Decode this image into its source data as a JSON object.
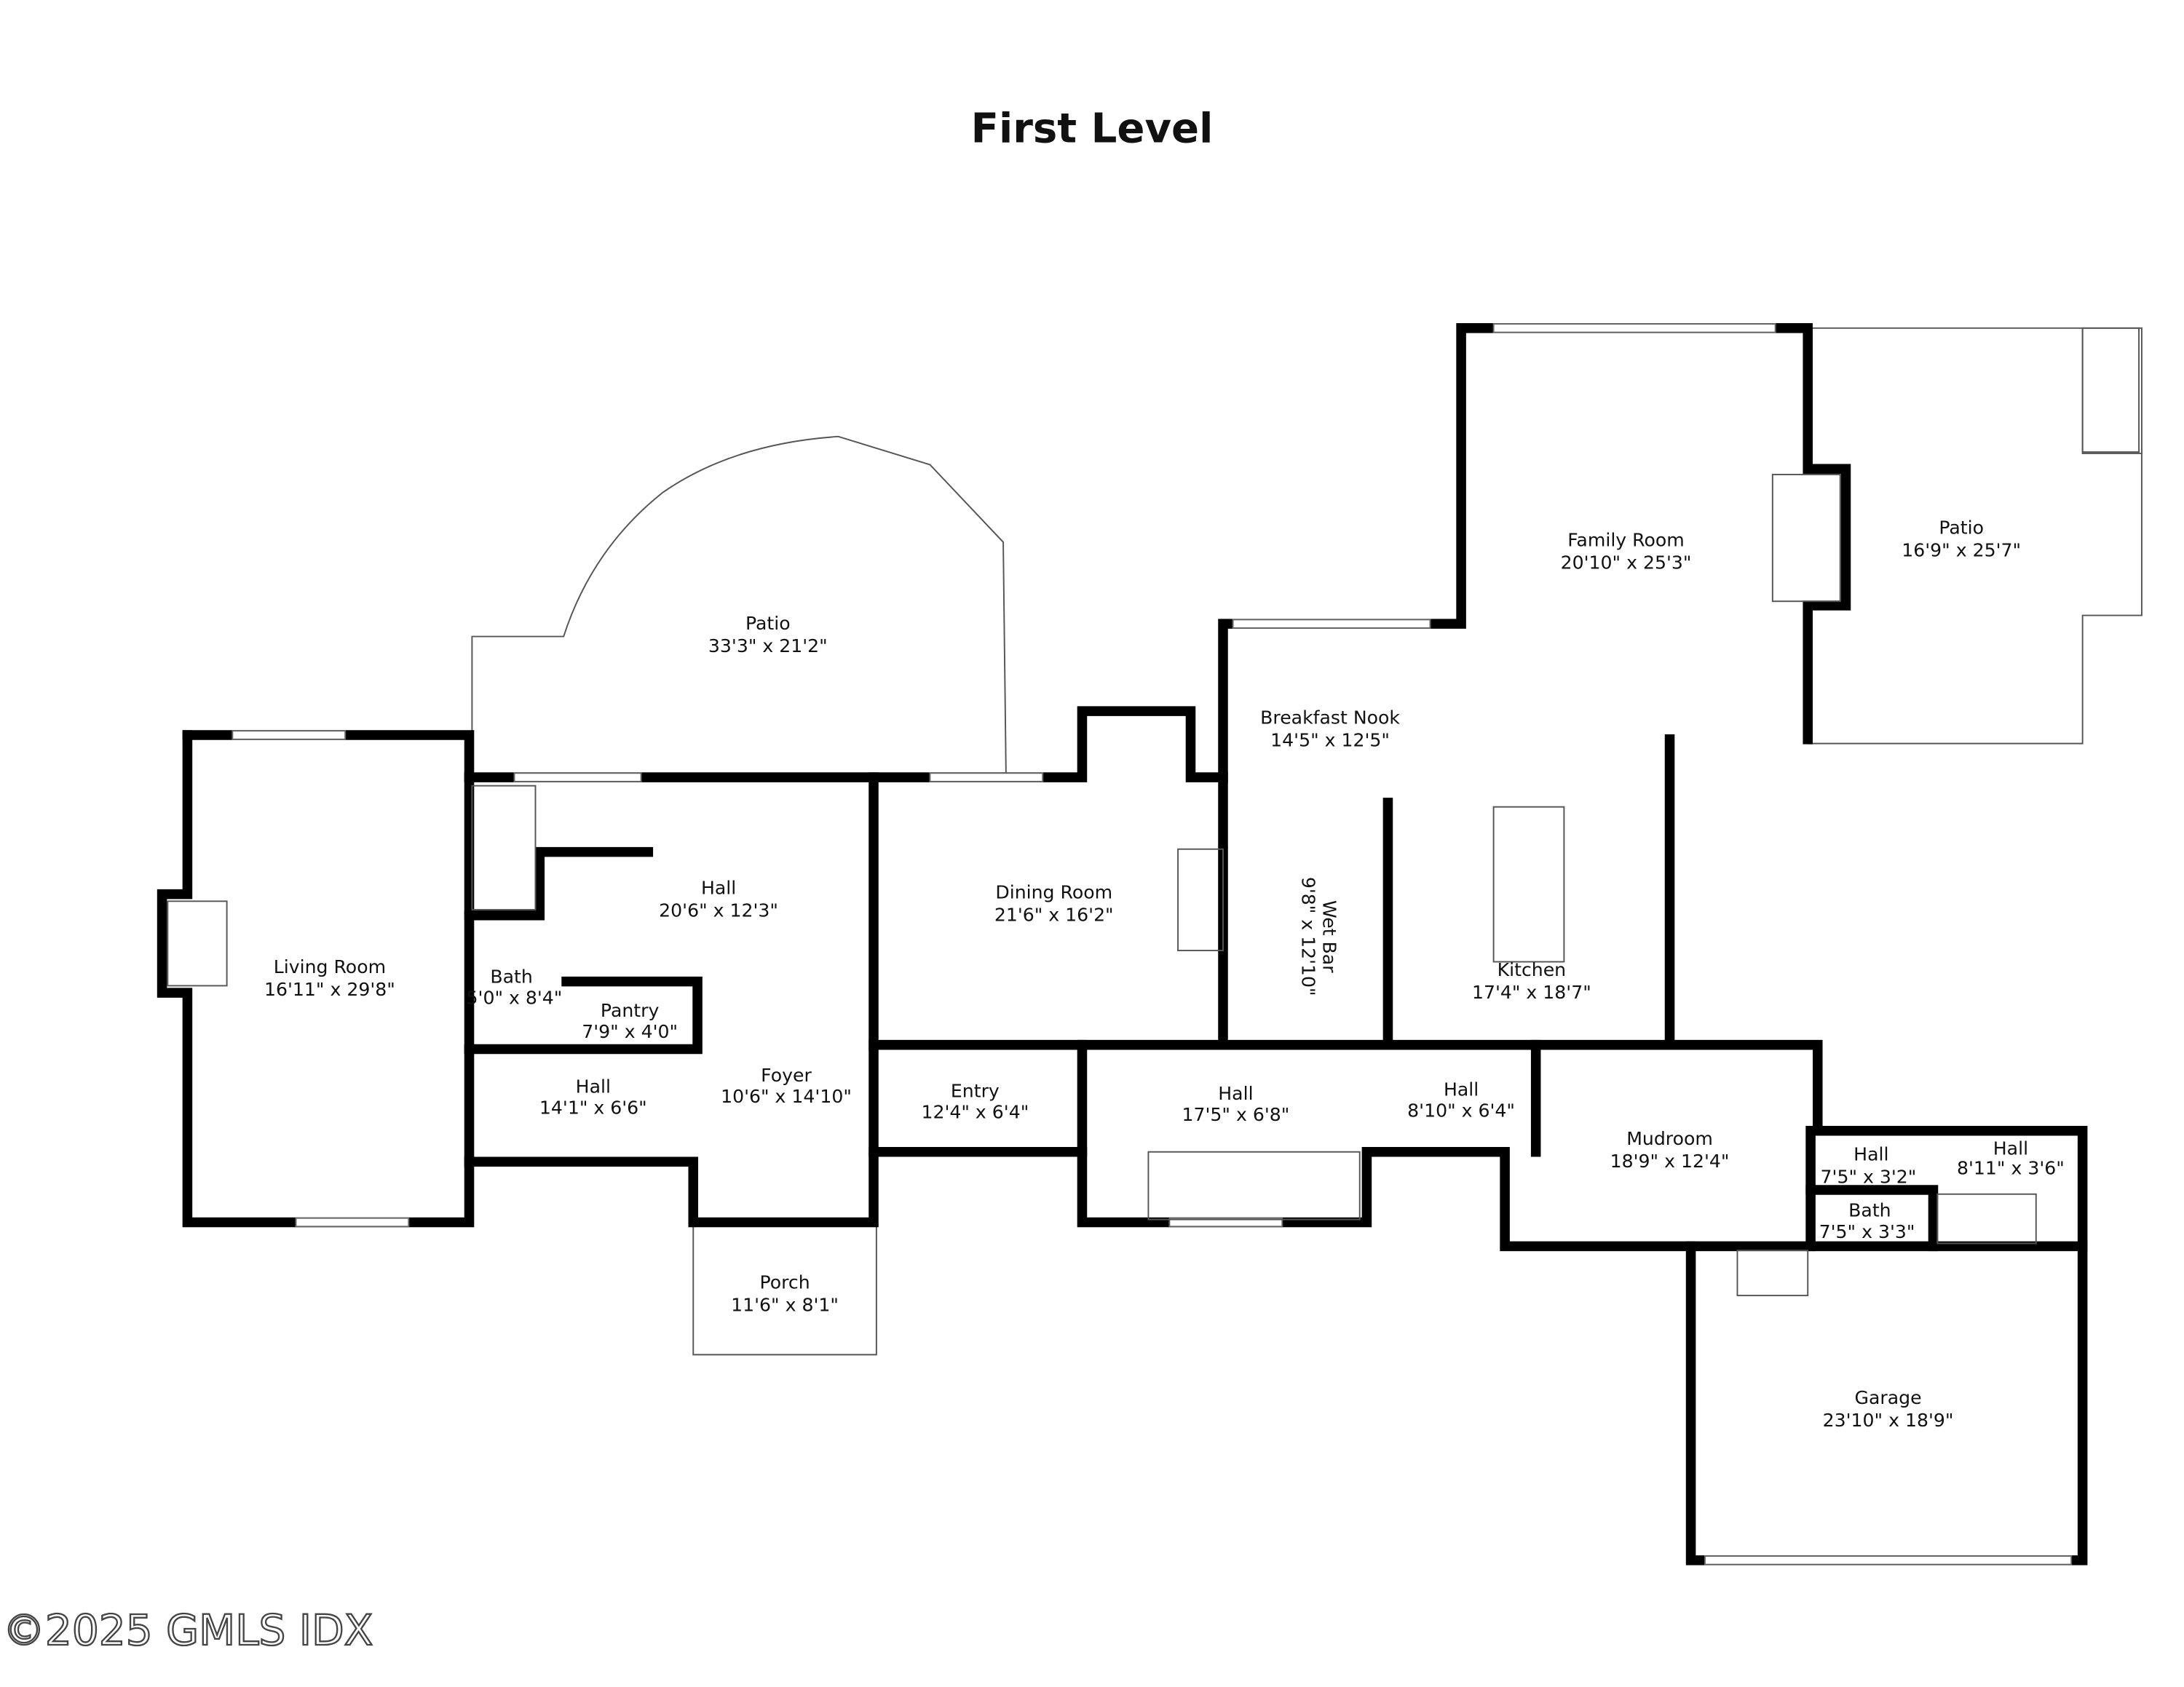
{
  "title": "First Level",
  "watermark": "©2025 GMLS IDX",
  "rooms": [
    {
      "name": "Patio",
      "dims": "33'3\" x 21'2\""
    },
    {
      "name": "Living Room",
      "dims": "16'11\" x 29'8\""
    },
    {
      "name": "Hall",
      "dims": "20'6\" x 12'3\""
    },
    {
      "name": "Bath",
      "dims": "5'0\" x 8'4\""
    },
    {
      "name": "Pantry",
      "dims": "7'9\" x 4'0\""
    },
    {
      "name": "Hall",
      "dims": "14'1\" x 6'6\""
    },
    {
      "name": "Foyer",
      "dims": "10'6\" x 14'10\""
    },
    {
      "name": "Porch",
      "dims": "11'6\" x 8'1\""
    },
    {
      "name": "Dining Room",
      "dims": "21'6\" x 16'2\""
    },
    {
      "name": "Entry",
      "dims": "12'4\" x 6'4\""
    },
    {
      "name": "Hall",
      "dims": "17'5\" x 6'8\""
    },
    {
      "name": "Breakfast Nook",
      "dims": "14'5\" x 12'5\""
    },
    {
      "name": "Wet Bar",
      "dims": "9'8\" x 12'10\""
    },
    {
      "name": "Kitchen",
      "dims": "17'4\" x 18'7\""
    },
    {
      "name": "Hall",
      "dims": "8'10\" x 6'4\""
    },
    {
      "name": "Family Room",
      "dims": "20'10\" x 25'3\""
    },
    {
      "name": "Patio",
      "dims": "16'9\" x 25'7\""
    },
    {
      "name": "Mudroom",
      "dims": "18'9\" x 12'4\""
    },
    {
      "name": "Hall",
      "dims": "7'5\" x 3'2\""
    },
    {
      "name": "Hall",
      "dims": "8'11\" x 3'6\""
    },
    {
      "name": "Bath",
      "dims": "7'5\" x 3'3\""
    },
    {
      "name": "Garage",
      "dims": "23'10\" x 18'9\""
    }
  ]
}
